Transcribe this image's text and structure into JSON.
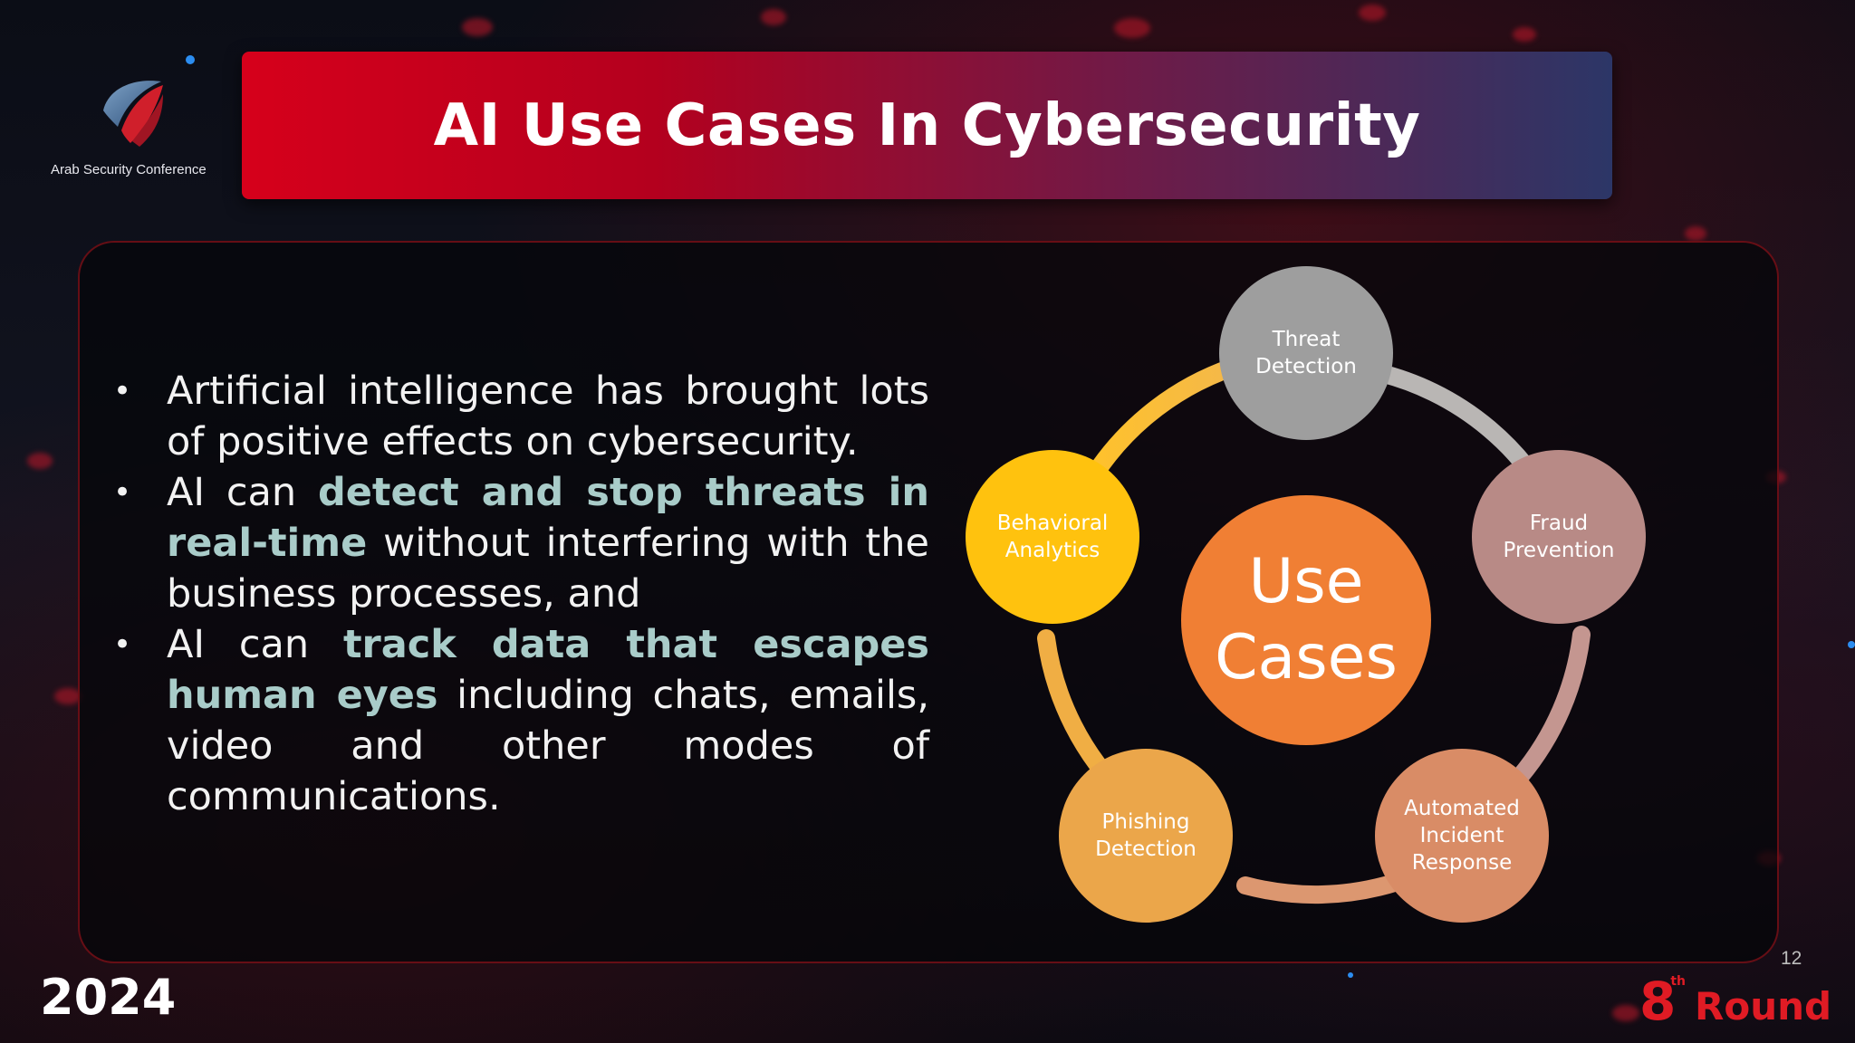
{
  "logo": {
    "text": "Arab Security Conference",
    "icon": "shield-swoosh-logo"
  },
  "title": "AI Use Cases In Cybersecurity",
  "bullets": [
    {
      "segments": [
        {
          "text": "Artificial intelligence has brought lots of positive effects on cybersecurity.",
          "highlight": false
        }
      ]
    },
    {
      "segments": [
        {
          "text": "AI can ",
          "highlight": false
        },
        {
          "text": "detect and stop threats in real-time",
          "highlight": true
        },
        {
          "text": " without interfering with the business processes, and",
          "highlight": false
        }
      ]
    },
    {
      "segments": [
        {
          "text": "AI can ",
          "highlight": false
        },
        {
          "text": "track data that escapes human eyes",
          "highlight": true
        },
        {
          "text": " including chats, emails, video and other modes of communications.",
          "highlight": false
        }
      ]
    }
  ],
  "diagram": {
    "center": "Use Cases",
    "nodes": [
      {
        "label": "Threat Detection",
        "color": "#9e9e9e"
      },
      {
        "label": "Fraud Prevention",
        "color": "#b88a86"
      },
      {
        "label": "Automated Incident Response",
        "color": "#d98c66"
      },
      {
        "label": "Phishing Detection",
        "color": "#eba64a"
      },
      {
        "label": "Behavioral Analytics",
        "color": "#ffc20e"
      }
    ],
    "center_color": "#f07f34"
  },
  "footer": {
    "year": "2024",
    "page_number": "12",
    "round_number": "8",
    "round_suffix": "th",
    "round_word": "Round"
  },
  "colors": {
    "highlight": "#a9ccc9",
    "brand_red": "#e01b24",
    "banner_start": "#d6001b",
    "banner_end": "#2c3667"
  }
}
